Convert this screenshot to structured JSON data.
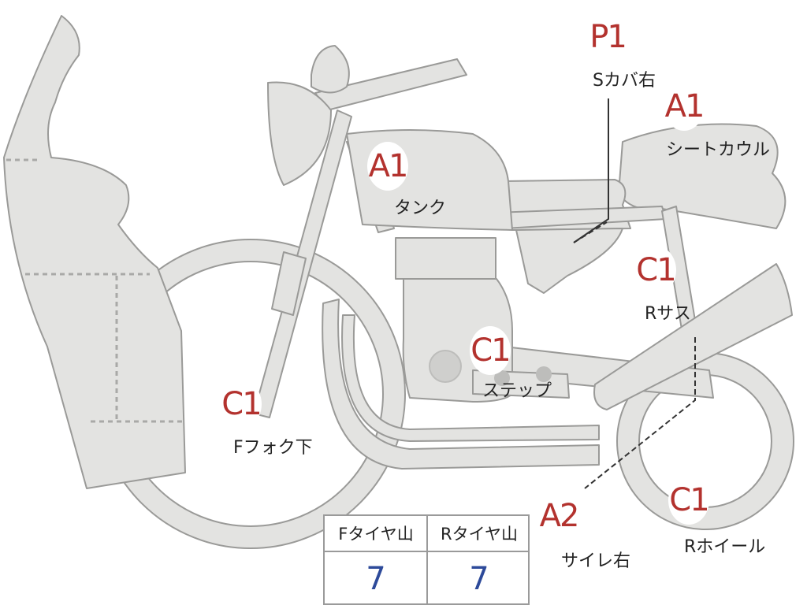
{
  "parts": [
    {
      "code": "P1",
      "label": "Sカバ右"
    },
    {
      "code": "A1",
      "label": "シートカウル"
    },
    {
      "code": "A1",
      "label": "タンク"
    },
    {
      "code": "C1",
      "label": "Rサス"
    },
    {
      "code": "C1",
      "label": "ステップ"
    },
    {
      "code": "C1",
      "label": "Fフォク下"
    },
    {
      "code": "A2",
      "label": "サイレ右"
    },
    {
      "code": "C1",
      "label": "Rホイール"
    }
  ],
  "tire_table": {
    "front_header": "Fタイヤ山",
    "rear_header": "Rタイヤ山",
    "front_value": "7",
    "rear_value": "7"
  },
  "colors": {
    "body_fill": "#e3e3e1",
    "outline": "#9a9a98",
    "badge_text": "#b3322e",
    "value_text": "#2d4a9a"
  }
}
